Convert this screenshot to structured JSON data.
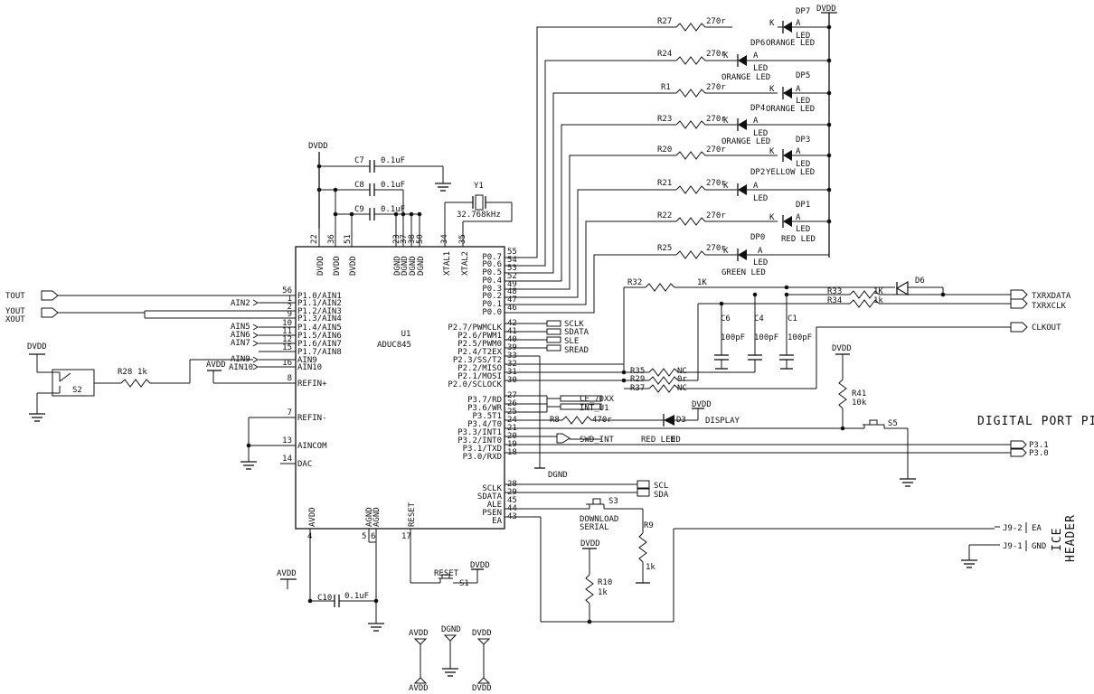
{
  "chip": {
    "ref": "U1",
    "part": "ADUC845",
    "left_pins": [
      {
        "num": "56",
        "name": "P1.0/AIN1"
      },
      {
        "num": "1",
        "name": "P1.1/AIN2"
      },
      {
        "num": "2",
        "name": "P1.2/AIN3"
      },
      {
        "num": "9",
        "name": "P1.3/AIN4"
      },
      {
        "num": "10",
        "name": "P1.4/AIN5"
      },
      {
        "num": "11",
        "name": "P1.5/AIN6"
      },
      {
        "num": "12",
        "name": "P1.6/AIN7"
      },
      {
        "num": "15",
        "name": "P1.7/AIN8"
      },
      {
        "num": "16",
        "name": "AIN9"
      },
      {
        "num": "",
        "name": "AIN10"
      },
      {
        "num": "8",
        "name": "REFIN+"
      },
      {
        "num": "7",
        "name": "REFIN-"
      },
      {
        "num": "13",
        "name": "AINCOM"
      },
      {
        "num": "14",
        "name": "DAC"
      }
    ],
    "top_pins": [
      {
        "num": "22",
        "name": "DVDD"
      },
      {
        "num": "36",
        "name": "DVDD"
      },
      {
        "num": "51",
        "name": "DVDD"
      },
      {
        "num": "23",
        "name": "DGND"
      },
      {
        "num": "37",
        "name": "DGND"
      },
      {
        "num": "38",
        "name": "DGND"
      },
      {
        "num": "50",
        "name": "DGND"
      },
      {
        "num": "34",
        "name": "XTAL1"
      },
      {
        "num": "35",
        "name": "XTAL2"
      }
    ],
    "bottom_pins": [
      {
        "num": "4",
        "name": "AVDD"
      },
      {
        "num": "5",
        "name": "AGND"
      },
      {
        "num": "6",
        "name": "AGND"
      },
      {
        "num": "17",
        "name": "RESET"
      }
    ],
    "right_pins": [
      {
        "num": "55",
        "name": "P0.7"
      },
      {
        "num": "54",
        "name": "P0.6"
      },
      {
        "num": "53",
        "name": "P0.5"
      },
      {
        "num": "52",
        "name": "P0.4"
      },
      {
        "num": "49",
        "name": "P0.3"
      },
      {
        "num": "48",
        "name": "P0.2"
      },
      {
        "num": "47",
        "name": "P0.1"
      },
      {
        "num": "46",
        "name": "P0.0"
      },
      {
        "num": "42",
        "name": "P2.7/PWMCLK"
      },
      {
        "num": "41",
        "name": "P2.6/PWM1"
      },
      {
        "num": "40",
        "name": "P2.5/PWM0"
      },
      {
        "num": "39",
        "name": "P2.4/T2EX"
      },
      {
        "num": "33",
        "name": "P2.3/SS/T2"
      },
      {
        "num": "32",
        "name": "P2.2/MISO"
      },
      {
        "num": "31",
        "name": "P2.1/MOSI"
      },
      {
        "num": "30",
        "name": "P2.0/SCLOCK"
      },
      {
        "num": "27",
        "name": "P3.7/RD"
      },
      {
        "num": "26",
        "name": "P3.6/WR"
      },
      {
        "num": "25",
        "name": "P3.5T1"
      },
      {
        "num": "24",
        "name": "P3.4/T0"
      },
      {
        "num": "21",
        "name": "P3.3/INT1"
      },
      {
        "num": "20",
        "name": "P3.2/INT0"
      },
      {
        "num": "19",
        "name": "P3.1/TXD"
      },
      {
        "num": "18",
        "name": "P3.0/RXD"
      },
      {
        "num": "28",
        "name": "SCLK"
      },
      {
        "num": "29",
        "name": "SDATA"
      },
      {
        "num": "45",
        "name": "ALE"
      },
      {
        "num": "44",
        "name": "PSEN"
      },
      {
        "num": "43",
        "name": "EA"
      }
    ]
  },
  "leds": [
    {
      "resistor": "R27",
      "value": "270r",
      "designator": "DP7",
      "color": "LED",
      "k": "K",
      "a": "A",
      "caption": ""
    },
    {
      "resistor": "R24",
      "value": "270r",
      "designator": "DP6",
      "color": "ORANGE LED",
      "k": "K",
      "a": "A",
      "caption": "LED"
    },
    {
      "resistor": "R1",
      "value": "270r",
      "designator": "DP5",
      "color": "ORANGE LED",
      "k": "K",
      "a": "A",
      "caption": "LED"
    },
    {
      "resistor": "R23",
      "value": "270r",
      "designator": "DP4",
      "color": "ORANGE LED",
      "k": "K",
      "a": "A",
      "caption": "LED"
    },
    {
      "resistor": "R20",
      "value": "270r",
      "designator": "DP3",
      "color": "ORANGE LED",
      "k": "K",
      "a": "A",
      "caption": "LED"
    },
    {
      "resistor": "R21",
      "value": "270r",
      "designator": "DP2",
      "color": "YELLOW LED",
      "k": "K",
      "a": "A",
      "caption": "LED"
    },
    {
      "resistor": "R22",
      "value": "270r",
      "designator": "DP1",
      "color": "RED LED",
      "k": "K",
      "a": "A",
      "caption": "LED"
    },
    {
      "resistor": "R25",
      "value": "270r",
      "designator": "DP0",
      "color": "GREEN LED",
      "k": "K",
      "a": "A",
      "caption": "LED"
    }
  ],
  "caps": {
    "c7": {
      "ref": "C7",
      "value": "0.1uF"
    },
    "c8": {
      "ref": "C8",
      "value": "0.1uF"
    },
    "c9": {
      "ref": "C9",
      "value": "0.1uF"
    },
    "c10": {
      "ref": "C10",
      "value": "0.1uF"
    },
    "c6": {
      "ref": "C6",
      "value": "100pF"
    },
    "c4": {
      "ref": "C4",
      "value": "100pF"
    },
    "c1": {
      "ref": "C1",
      "value": "100pF"
    }
  },
  "crystal": {
    "ref": "Y1",
    "value": "32.768kHz"
  },
  "resistors": {
    "r32": {
      "ref": "R32",
      "value": "1K"
    },
    "r33": {
      "ref": "R33",
      "value": "1K"
    },
    "r34": {
      "ref": "R34",
      "value": "1k"
    },
    "r35": {
      "ref": "R35",
      "value": "NC"
    },
    "r29": {
      "ref": "R29",
      "value": "0r"
    },
    "r37": {
      "ref": "R37",
      "value": "NC"
    },
    "r8": {
      "ref": "R8",
      "value": "470r"
    },
    "r28": {
      "ref": "R28",
      "value": "1k"
    },
    "r41": {
      "ref": "R41",
      "value": "10k"
    },
    "r9": {
      "ref": "R9",
      "value": "1k"
    },
    "r10": {
      "ref": "R10",
      "value": "1k"
    }
  },
  "diodes": {
    "d6": "D6",
    "d3": "D3",
    "d3_label": "DISPLAY",
    "d3_color": "RED LED",
    "d3_color_tail": "ED"
  },
  "switches": {
    "s1": "S1",
    "s1_label": "RESET",
    "s2": "S2",
    "s3": "S3",
    "s3_label1": "DOWNLOAD",
    "s3_label2": "SERIAL",
    "s5": "S5"
  },
  "nets": {
    "dvdd": "DVDD",
    "avdd": "AVDD",
    "dgnd": "DGND",
    "tout": "TOUT",
    "yout": "YOUT",
    "xout": "XOUT",
    "ain2": "AIN2",
    "ain5": "AIN5",
    "ain6": "AIN6",
    "ain7": "AIN7",
    "ain9": "AIN9",
    "ain10": "AIN10",
    "sclk": "SCLK",
    "sdata": "SDATA",
    "sle": "SLE",
    "sread": "SREAD",
    "ce70xx": "CE_70XX",
    "intu1": "INT_U1",
    "swdint": "SWD_INT",
    "scl": "SCL",
    "sda": "SDA",
    "txrxdata": "TXRXDATA",
    "txrxclk": "TXRXCLK",
    "clkout": "CLKOUT",
    "p31": "P3.1",
    "p30": "P3.0",
    "j92": "J9-2",
    "j91": "J9-1",
    "ea": "EA",
    "gnd": "GND"
  },
  "labels": {
    "digital_port_pins": "DIGITAL PORT PINS",
    "ice": "ICE",
    "header": "HEADER"
  }
}
